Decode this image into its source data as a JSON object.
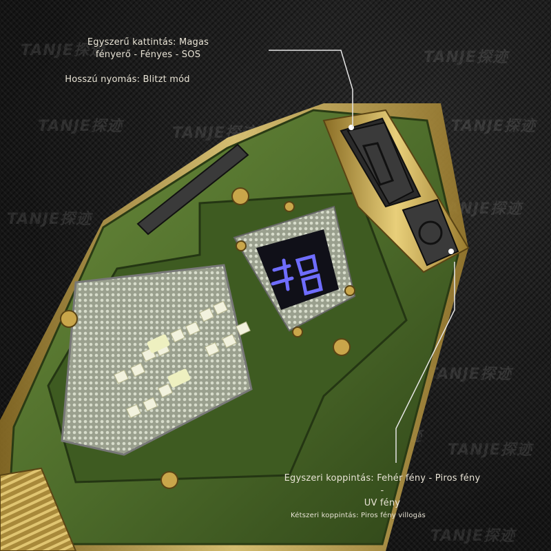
{
  "captions": {
    "top_line_1": "Egyszerű kattintás: Magas",
    "top_line_2": "fényerő - Fényes - SOS",
    "top_long_press": "Hosszú nyomás: Blitzt mód",
    "bottom_line_1": "Egyszeri koppintás: Fehér fény - Piros fény -",
    "bottom_line_2": "UV fény",
    "bottom_double_tap": "Kétszeri koppintás: Piros fény villogás"
  },
  "brand": {
    "watermark": "TANJE探迹"
  },
  "colors": {
    "body_green": "#4e6d2b",
    "body_green_dark": "#2f4518",
    "gold_trim": "#c9a64a",
    "button_dark": "#2b2b2b",
    "display_blue": "#6f6dff",
    "caption_text": "#e9e4d6"
  },
  "icons": {
    "mode_button": "mode-button-icon",
    "power_button": "power-button-icon",
    "led_panel": "cob-led-panel",
    "digital_display": "digital-display"
  }
}
